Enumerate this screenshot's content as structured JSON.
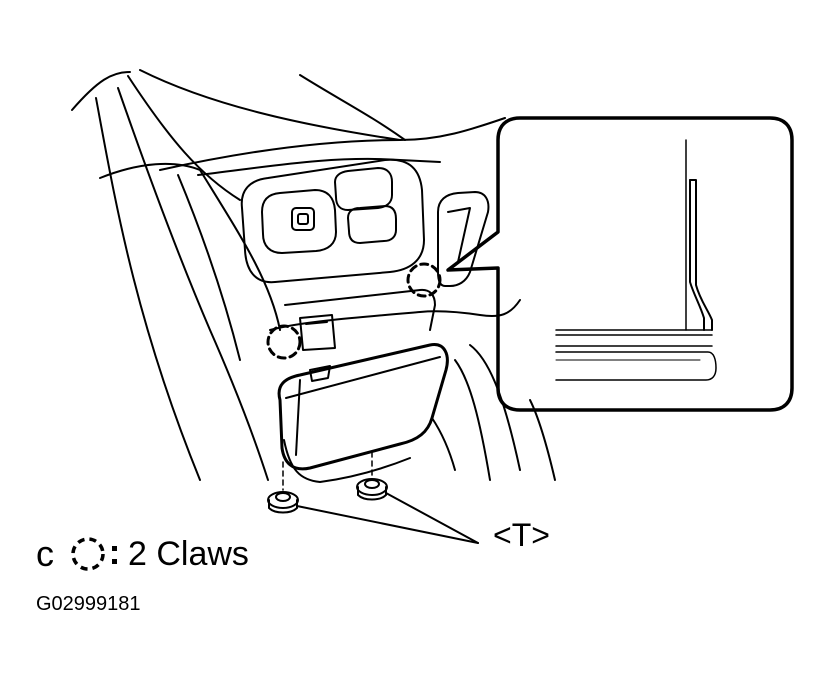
{
  "legend": {
    "symbol": "c",
    "icon": "dashed-circle-claw-icon",
    "text": "2 Claws"
  },
  "callout_label": "<T>",
  "figure_code": "G02999181",
  "colors": {
    "line": "#000000",
    "background": "#ffffff"
  }
}
